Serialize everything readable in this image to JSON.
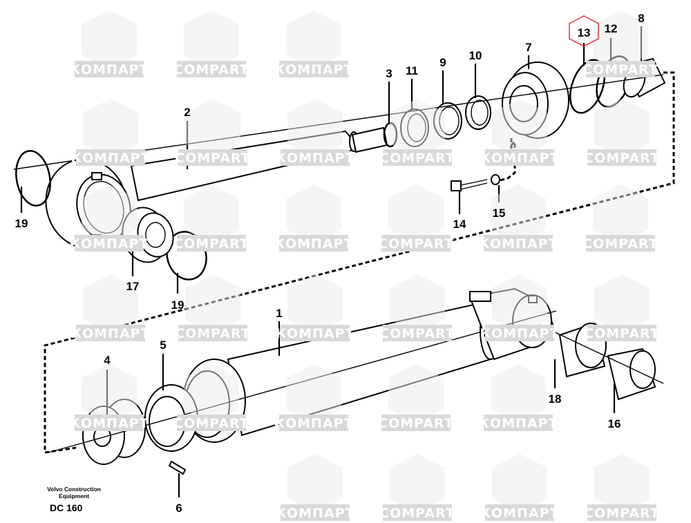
{
  "watermark": {
    "cyrillic": "КОМПАРТ",
    "latin": "COMPART",
    "color": "#d9d9d9"
  },
  "footer": {
    "maker_line1": "Volvo Construction",
    "maker_line2": "Equipment",
    "code": "DC 160"
  },
  "highlight_color": "#d9343a",
  "callouts": [
    {
      "id": "13",
      "label": "13",
      "highlighted": true
    },
    {
      "id": "12",
      "label": "12"
    },
    {
      "id": "8",
      "label": "8"
    },
    {
      "id": "7",
      "label": "7"
    },
    {
      "id": "10",
      "label": "10"
    },
    {
      "id": "9",
      "label": "9"
    },
    {
      "id": "11",
      "label": "11"
    },
    {
      "id": "3",
      "label": "3"
    },
    {
      "id": "2",
      "label": "2"
    },
    {
      "id": "19a",
      "label": "19"
    },
    {
      "id": "17",
      "label": "17"
    },
    {
      "id": "19b",
      "label": "19"
    },
    {
      "id": "14",
      "label": "14"
    },
    {
      "id": "15",
      "label": "15"
    },
    {
      "id": "1",
      "label": "1"
    },
    {
      "id": "4",
      "label": "4"
    },
    {
      "id": "5",
      "label": "5"
    },
    {
      "id": "18",
      "label": "18"
    },
    {
      "id": "16",
      "label": "16"
    },
    {
      "id": "6",
      "label": "6"
    }
  ]
}
